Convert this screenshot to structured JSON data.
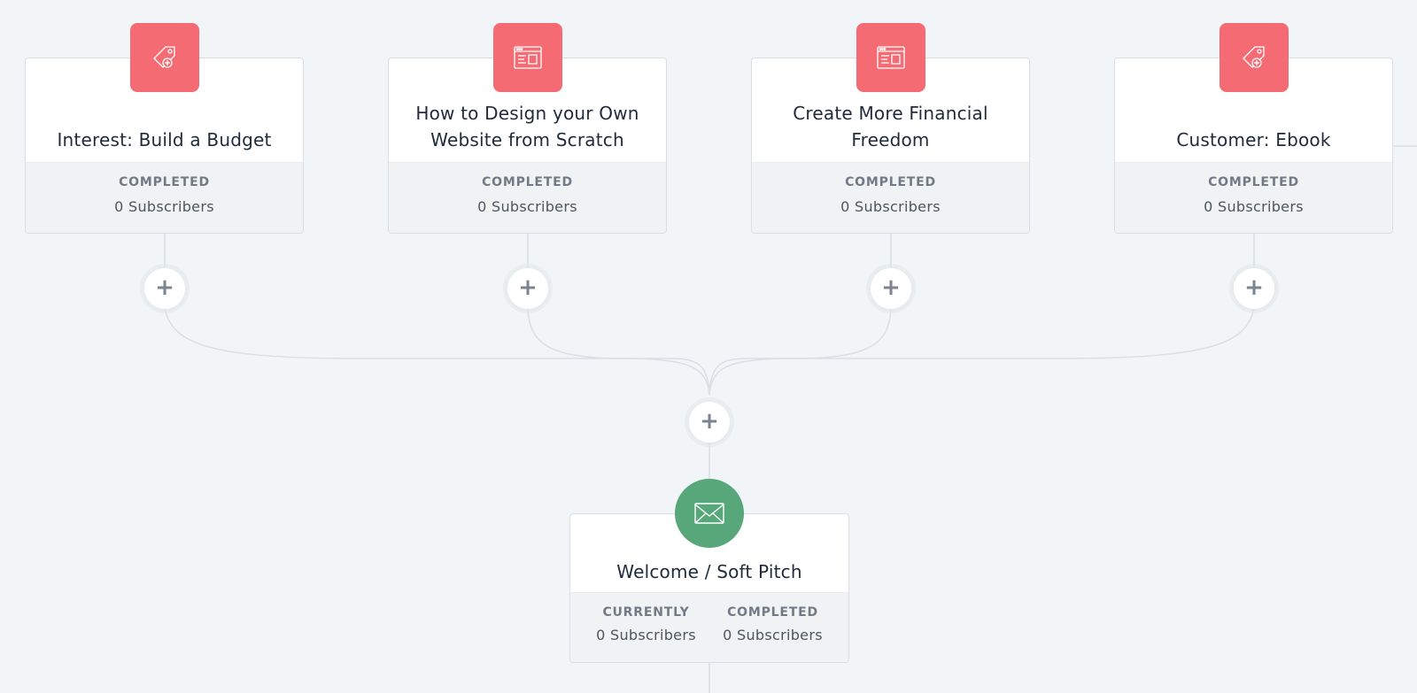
{
  "colors": {
    "background": "#f2f5f8",
    "trigger_tile": "#f46b73",
    "email_circle": "#57a77a",
    "card_border": "#d9dee3",
    "stats_bg": "#f1f2f3",
    "connector": "#dadfe4"
  },
  "triggers": [
    {
      "title": "Interest: Build a Budget",
      "icon": "tag-add-icon",
      "status_label": "COMPLETED",
      "subscribers": "0 Subscribers"
    },
    {
      "title": "How to Design your Own Website from Scratch",
      "icon": "landing-page-icon",
      "status_label": "COMPLETED",
      "subscribers": "0 Subscribers"
    },
    {
      "title": "Create More Financial Freedom",
      "icon": "landing-page-icon",
      "status_label": "COMPLETED",
      "subscribers": "0 Subscribers"
    },
    {
      "title": "Customer: Ebook",
      "icon": "tag-add-icon",
      "status_label": "COMPLETED",
      "subscribers": "0 Subscribers"
    }
  ],
  "add_step": {
    "symbol": "+",
    "icon": "plus-icon"
  },
  "sequence": {
    "title": "Welcome / Soft Pitch",
    "icon": "envelope-icon",
    "currently_label": "CURRENTLY",
    "currently_value": "0 Subscribers",
    "completed_label": "COMPLETED",
    "completed_value": "0 Subscribers"
  }
}
